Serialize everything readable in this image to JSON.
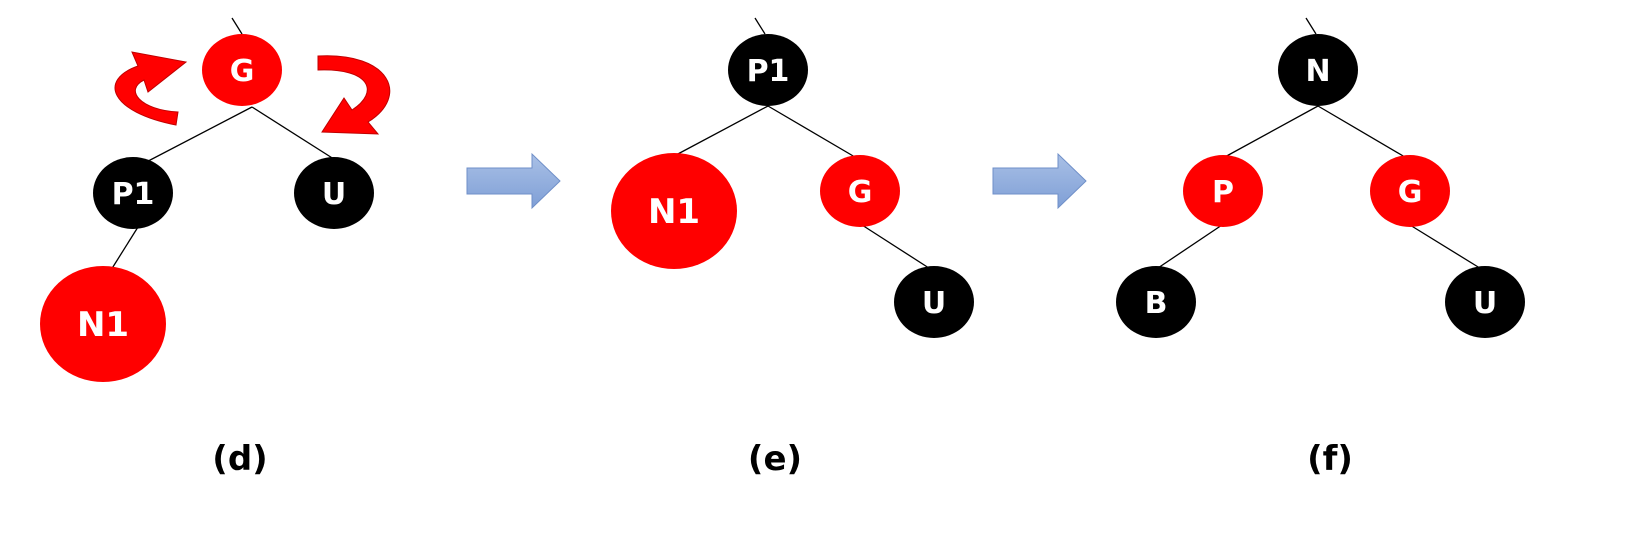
{
  "colors": {
    "red_node": "#ff0000",
    "black_node": "#000000",
    "node_text": "#ffffff",
    "edge": "#000000",
    "transition_arrow": "#8eaadb",
    "rotation_arrow": "#ff0000"
  },
  "panels": [
    {
      "caption": "(d)",
      "nodes": [
        {
          "label": "G",
          "color": "red"
        },
        {
          "label": "P1",
          "color": "black"
        },
        {
          "label": "U",
          "color": "black"
        },
        {
          "label": "N1",
          "color": "red"
        }
      ],
      "annotations": [
        "rotation-arrow-left",
        "rotation-arrow-right"
      ]
    },
    {
      "caption": "(e)",
      "nodes": [
        {
          "label": "P1",
          "color": "black"
        },
        {
          "label": "N1",
          "color": "red"
        },
        {
          "label": "G",
          "color": "red"
        },
        {
          "label": "U",
          "color": "black"
        }
      ]
    },
    {
      "caption": "(f)",
      "nodes": [
        {
          "label": "N",
          "color": "black"
        },
        {
          "label": "P",
          "color": "red"
        },
        {
          "label": "G",
          "color": "red"
        },
        {
          "label": "B",
          "color": "black"
        },
        {
          "label": "U",
          "color": "black"
        }
      ]
    }
  ],
  "transitions": [
    "d-to-e",
    "e-to-f"
  ]
}
